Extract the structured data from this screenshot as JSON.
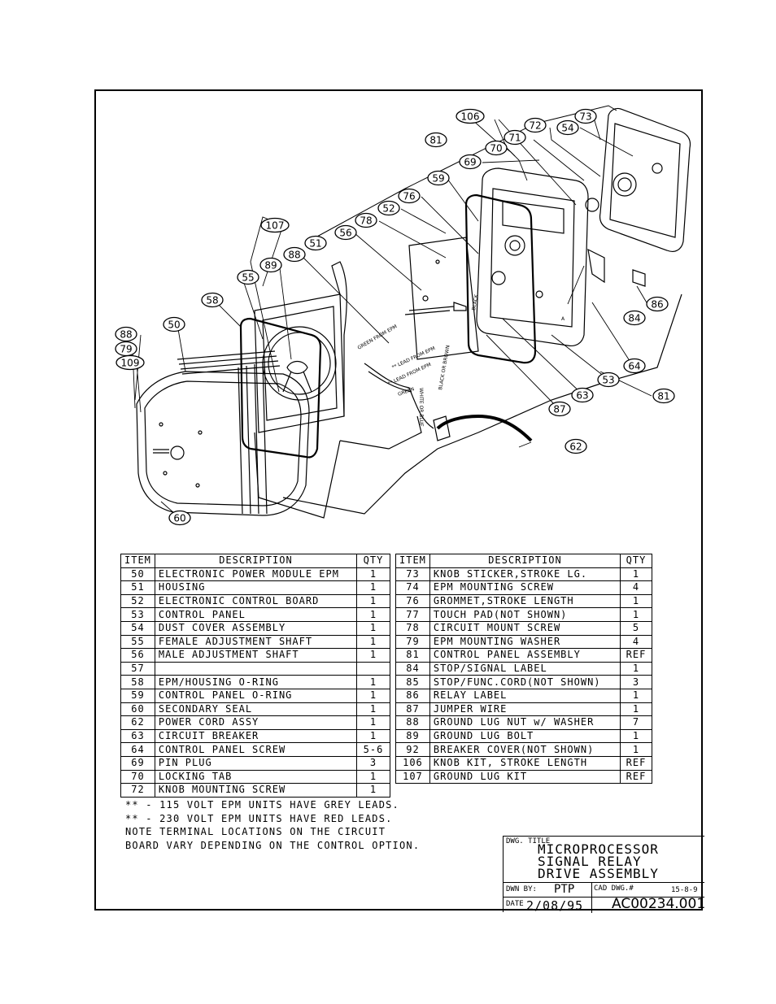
{
  "callouts": [
    "106",
    "73",
    "72",
    "54",
    "71",
    "81",
    "70",
    "69",
    "59",
    "76",
    "52",
    "78",
    "56",
    "107",
    "51",
    "88",
    "89",
    "55",
    "58",
    "50",
    "88",
    "79",
    "109",
    "84",
    "86",
    "64",
    "53",
    "81",
    "63",
    "87",
    "62",
    "60"
  ],
  "wire_labels": [
    "GREEN FROM EPM",
    "** LEAD FROM EPM",
    "** LEAD FROM EPM",
    "WHITE OR BLUE",
    "BLACK OR BROWN",
    "GREEN",
    "BLACK",
    "A"
  ],
  "parts_table": {
    "headers": {
      "item": "ITEM",
      "description": "DESCRIPTION",
      "qty": "QTY"
    },
    "left": [
      {
        "item": "50",
        "description": "ELECTRONIC POWER MODULE EPM",
        "qty": "1"
      },
      {
        "item": "51",
        "description": "HOUSING",
        "qty": "1"
      },
      {
        "item": "52",
        "description": "ELECTRONIC CONTROL BOARD",
        "qty": "1"
      },
      {
        "item": "53",
        "description": "CONTROL PANEL",
        "qty": "1"
      },
      {
        "item": "54",
        "description": "DUST COVER ASSEMBLY",
        "qty": "1"
      },
      {
        "item": "55",
        "description": "FEMALE ADJUSTMENT SHAFT",
        "qty": "1"
      },
      {
        "item": "56",
        "description": "MALE ADJUSTMENT SHAFT",
        "qty": "1"
      },
      {
        "item": "57",
        "description": "",
        "qty": ""
      },
      {
        "item": "58",
        "description": "EPM/HOUSING O-RING",
        "qty": "1"
      },
      {
        "item": "59",
        "description": "CONTROL PANEL O-RING",
        "qty": "1"
      },
      {
        "item": "60",
        "description": "SECONDARY SEAL",
        "qty": "1"
      },
      {
        "item": "62",
        "description": "POWER CORD ASSY",
        "qty": "1"
      },
      {
        "item": "63",
        "description": "CIRCUIT BREAKER",
        "qty": "1"
      },
      {
        "item": "64",
        "description": "CONTROL PANEL SCREW",
        "qty": "5-6"
      },
      {
        "item": "69",
        "description": "PIN PLUG",
        "qty": "3"
      },
      {
        "item": "70",
        "description": "LOCKING TAB",
        "qty": "1"
      },
      {
        "item": "72",
        "description": "KNOB MOUNTING SCREW",
        "qty": "1"
      }
    ],
    "right": [
      {
        "item": "73",
        "description": "KNOB STICKER,STROKE LG.",
        "qty": "1"
      },
      {
        "item": "74",
        "description": "EPM MOUNTING SCREW",
        "qty": "4"
      },
      {
        "item": "76",
        "description": "GROMMET,STROKE LENGTH",
        "qty": "1"
      },
      {
        "item": "77",
        "description": "TOUCH PAD(NOT SHOWN)",
        "qty": "1"
      },
      {
        "item": "78",
        "description": "CIRCUIT MOUNT SCREW",
        "qty": "5"
      },
      {
        "item": "79",
        "description": "EPM MOUNTING WASHER",
        "qty": "4"
      },
      {
        "item": "81",
        "description": "CONTROL PANEL ASSEMBLY",
        "qty": "REF"
      },
      {
        "item": "84",
        "description": "STOP/SIGNAL LABEL",
        "qty": "1"
      },
      {
        "item": "85",
        "description": "STOP/FUNC.CORD(NOT SHOWN)",
        "qty": "3"
      },
      {
        "item": "86",
        "description": "RELAY LABEL",
        "qty": "1"
      },
      {
        "item": "87",
        "description": "JUMPER WIRE",
        "qty": "1"
      },
      {
        "item": "88",
        "description": "GROUND LUG NUT w/ WASHER",
        "qty": "7"
      },
      {
        "item": "89",
        "description": "GROUND LUG BOLT",
        "qty": "1"
      },
      {
        "item": "92",
        "description": "BREAKER COVER(NOT SHOWN)",
        "qty": "1"
      },
      {
        "item": "106",
        "description": "KNOB KIT, STROKE LENGTH",
        "qty": "REF"
      },
      {
        "item": "107",
        "description": "GROUND LUG KIT",
        "qty": "REF"
      }
    ]
  },
  "notes": [
    "** - 115 VOLT EPM UNITS HAVE GREY LEADS.",
    "** - 230 VOLT EPM UNITS HAVE RED LEADS.",
    "NOTE TERMINAL LOCATIONS ON THE CIRCUIT",
    "BOARD VARY DEPENDING ON THE CONTROL OPTION."
  ],
  "title_block": {
    "title_label": "DWG. TITLE",
    "title_lines": [
      "MICROPROCESSOR",
      "SIGNAL RELAY",
      "DRIVE ASSEMBLY"
    ],
    "drawn_by_label": "DWN BY:",
    "drawn_by": "PTP",
    "cad_label": "CAD DWG.#",
    "cad_ref": "15-8-9",
    "date_label": "DATE",
    "date": "2/08/95",
    "drawing_number": "AC00234.001"
  }
}
